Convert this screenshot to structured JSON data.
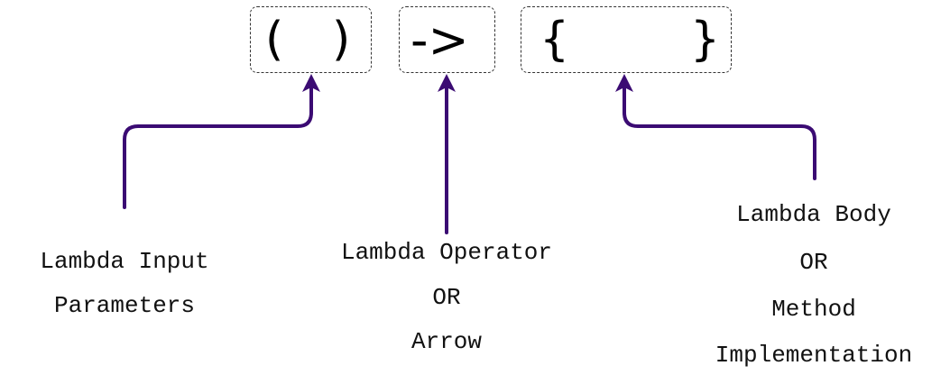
{
  "syntax": {
    "params_open": "(",
    "params_close": ")",
    "arrow": "->",
    "body_open": "{",
    "body_close": "}"
  },
  "labels": {
    "params": [
      "Lambda Input",
      "Parameters"
    ],
    "operator": [
      "Lambda Operator",
      "OR",
      "Arrow"
    ],
    "body": [
      "Lambda Body",
      "OR",
      "Method",
      "Implementation"
    ]
  },
  "colors": {
    "arrow": "#3b0b73",
    "box_border": "#333333"
  }
}
